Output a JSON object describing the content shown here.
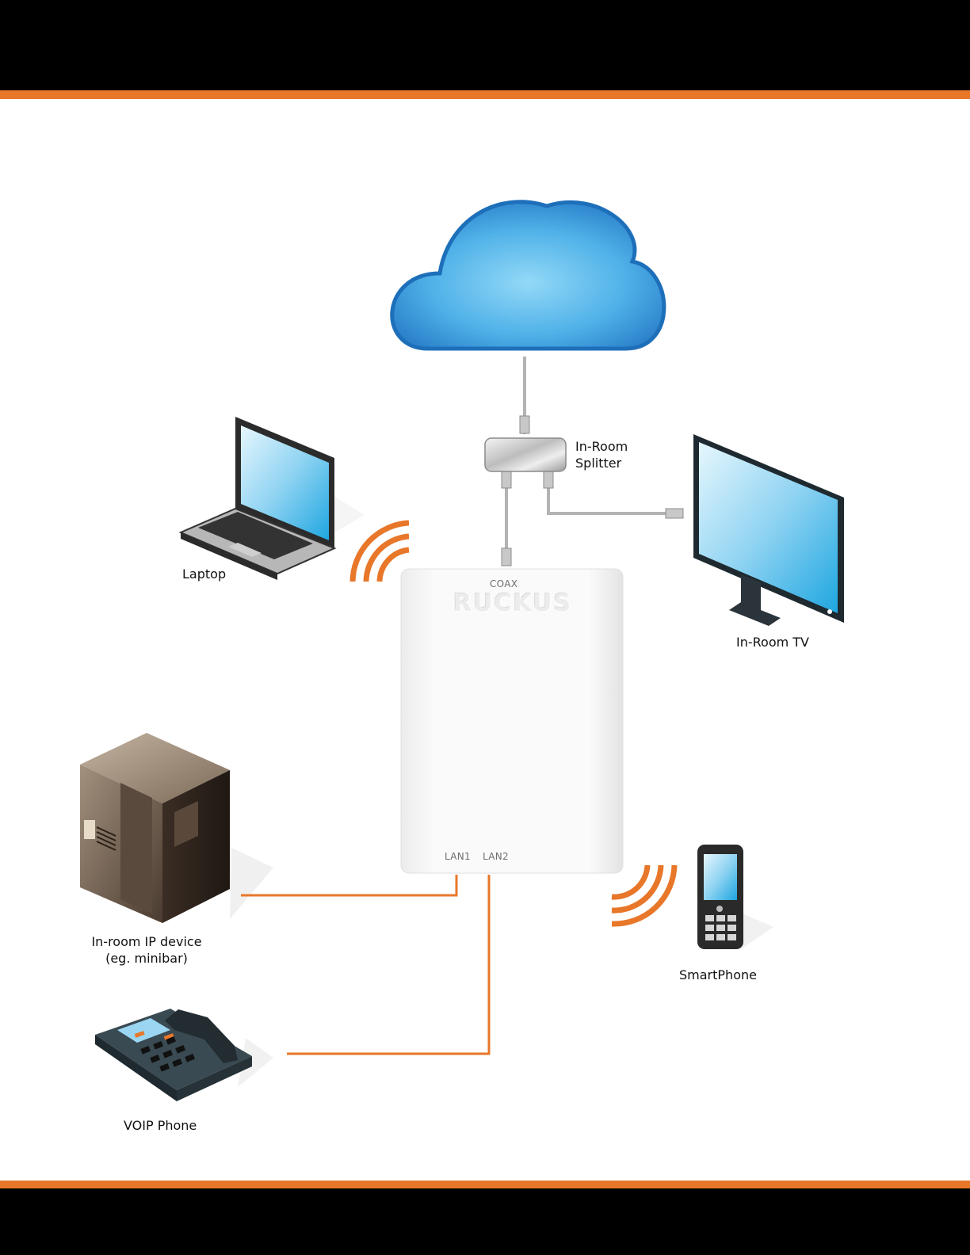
{
  "colors": {
    "accent": "#e8772a",
    "header": "#000000",
    "cloud": "#5ab8ec",
    "cable": "#b9b9b9"
  },
  "devices": {
    "splitter": "In-Room\nSplitter",
    "laptop": "Laptop",
    "tv": "In-Room TV",
    "ip_device_line1": "In-room IP device",
    "ip_device_line2": "(eg. minibar)",
    "smartphone": "SmartPhone",
    "voip_phone": "VOIP Phone"
  },
  "access_point": {
    "brand": "RUCKUS",
    "port_coax": "COAX",
    "port_lan1": "LAN1",
    "port_lan2": "LAN2"
  },
  "icons": [
    "cloud-icon",
    "splitter-icon",
    "laptop-icon",
    "tv-icon",
    "access-point-icon",
    "server-icon",
    "smartphone-icon",
    "desk-phone-icon",
    "wifi-signal-icon"
  ]
}
